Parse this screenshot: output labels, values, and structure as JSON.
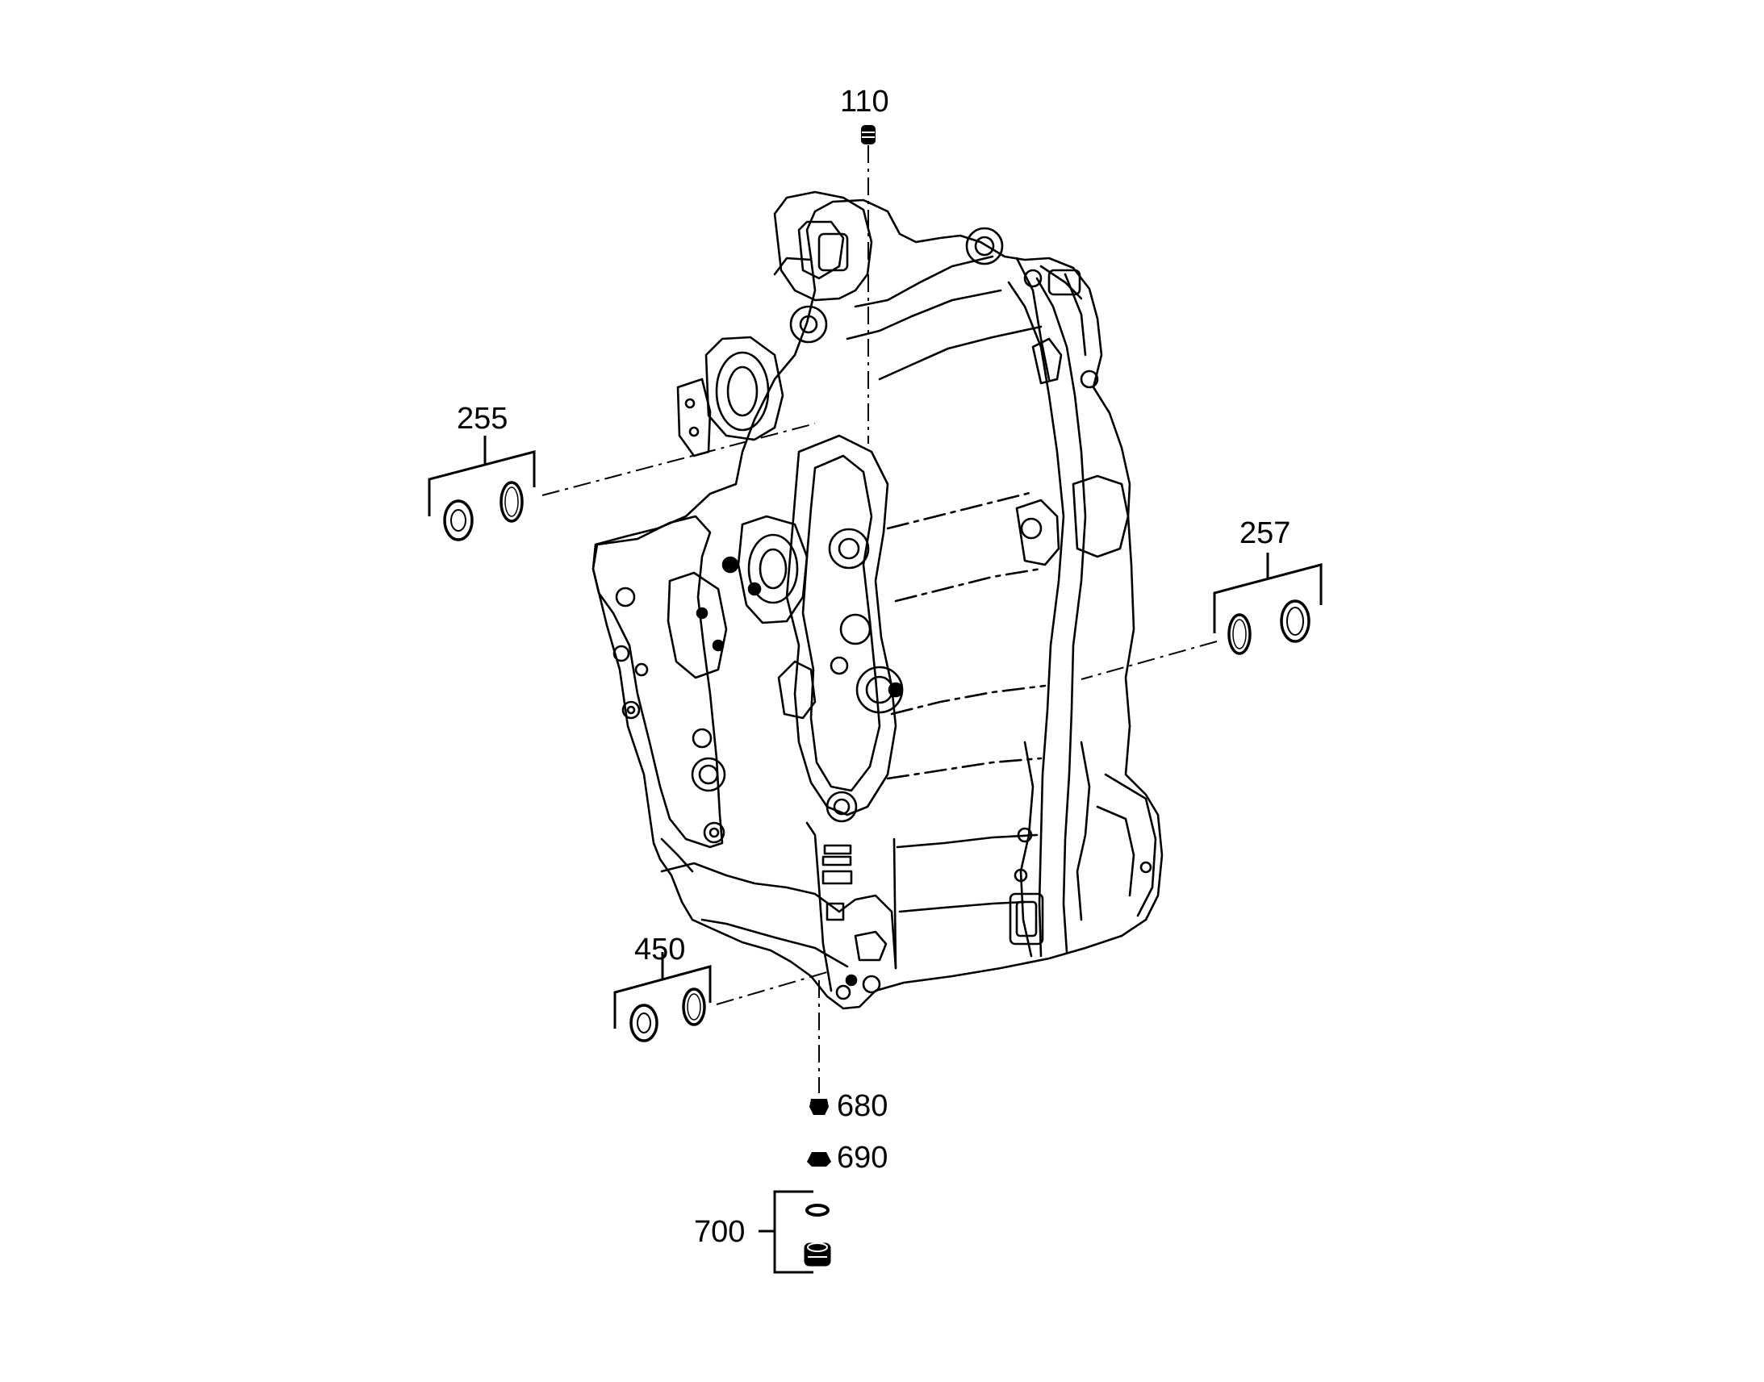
{
  "callouts": [
    {
      "id": "110",
      "label": "110"
    },
    {
      "id": "255",
      "label": "255"
    },
    {
      "id": "257",
      "label": "257"
    },
    {
      "id": "450",
      "label": "450"
    },
    {
      "id": "680",
      "label": "680"
    },
    {
      "id": "690",
      "label": "690"
    },
    {
      "id": "700",
      "label": "700"
    }
  ],
  "colors": {
    "line": "#000000",
    "background": "#ffffff"
  }
}
